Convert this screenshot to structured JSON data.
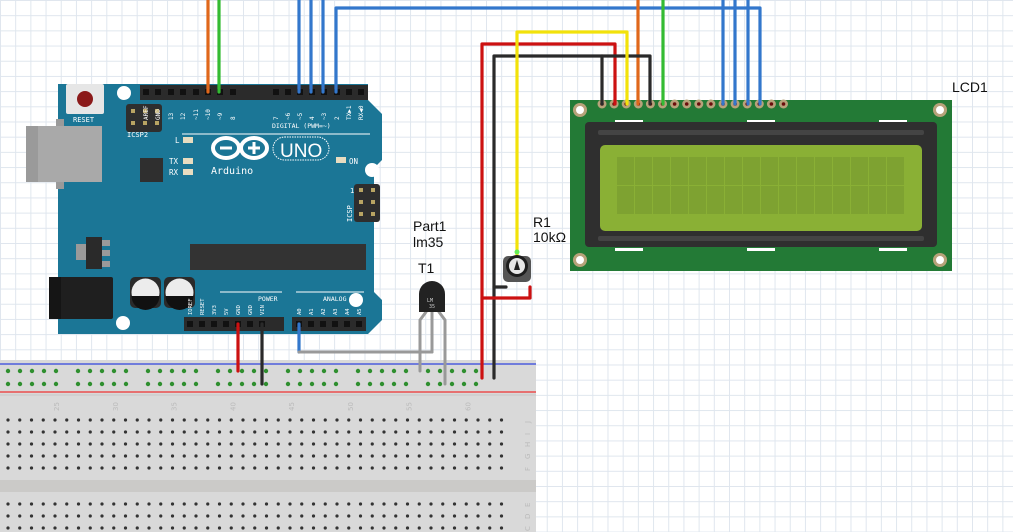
{
  "app": {
    "view": "Breadboard view"
  },
  "parts": {
    "arduino": {
      "name": "Arduino Uno",
      "reset_label": "RESET",
      "icsp2_label": "ICSP2",
      "icsp_label": "ICSP",
      "digital_label": "DIGITAL (PWM=~)",
      "power_label": "POWER",
      "analog_label": "ANALOG IN",
      "brand": "Arduino",
      "model": "UNO",
      "tm": "TM",
      "led_labels": [
        "L",
        "TX",
        "RX",
        "ON"
      ],
      "digital_pins": [
        "AREF",
        "GND",
        "13",
        "12",
        "~11",
        "~10",
        "~9",
        "8",
        "7",
        "~6",
        "~5",
        "4",
        "~3",
        "2",
        "TX▶1",
        "RX◀0"
      ],
      "power_pins": [
        "IOREF",
        "RESET",
        "3V3",
        "5V",
        "GND",
        "GND",
        "VIN"
      ],
      "analog_pins": [
        "A0",
        "A1",
        "A2",
        "A3",
        "A4",
        "A5"
      ],
      "icsp_pin1": "1"
    },
    "lm35": {
      "label_line1": "Part1",
      "label_line2": "lm35",
      "ref": "T1",
      "body_text_1": "LM",
      "body_text_2": "35"
    },
    "potentiometer": {
      "ref": "R1",
      "value": "10kΩ"
    },
    "lcd": {
      "ref": "LCD1",
      "columns": 16,
      "rows": 2
    },
    "breadboard": {
      "column_numbers": [
        "25",
        "30",
        "35",
        "40",
        "45",
        "50",
        "55",
        "60"
      ],
      "row_letters": [
        "J",
        "I",
        "H",
        "G",
        "F",
        "E",
        "D",
        "C"
      ]
    }
  },
  "colors": {
    "arduino_board": "#1b7696",
    "lcd_pcb": "#237a36",
    "lcd_screen": "#8ab035",
    "wire_red": "#cc1111",
    "wire_black": "#2a2a2a",
    "wire_blue": "#3377cc",
    "wire_yellow": "#f2e20a",
    "wire_orange": "#e0671a",
    "wire_green": "#33bb33",
    "wire_gray": "#999999",
    "breadboard": "#d8d8d8"
  }
}
